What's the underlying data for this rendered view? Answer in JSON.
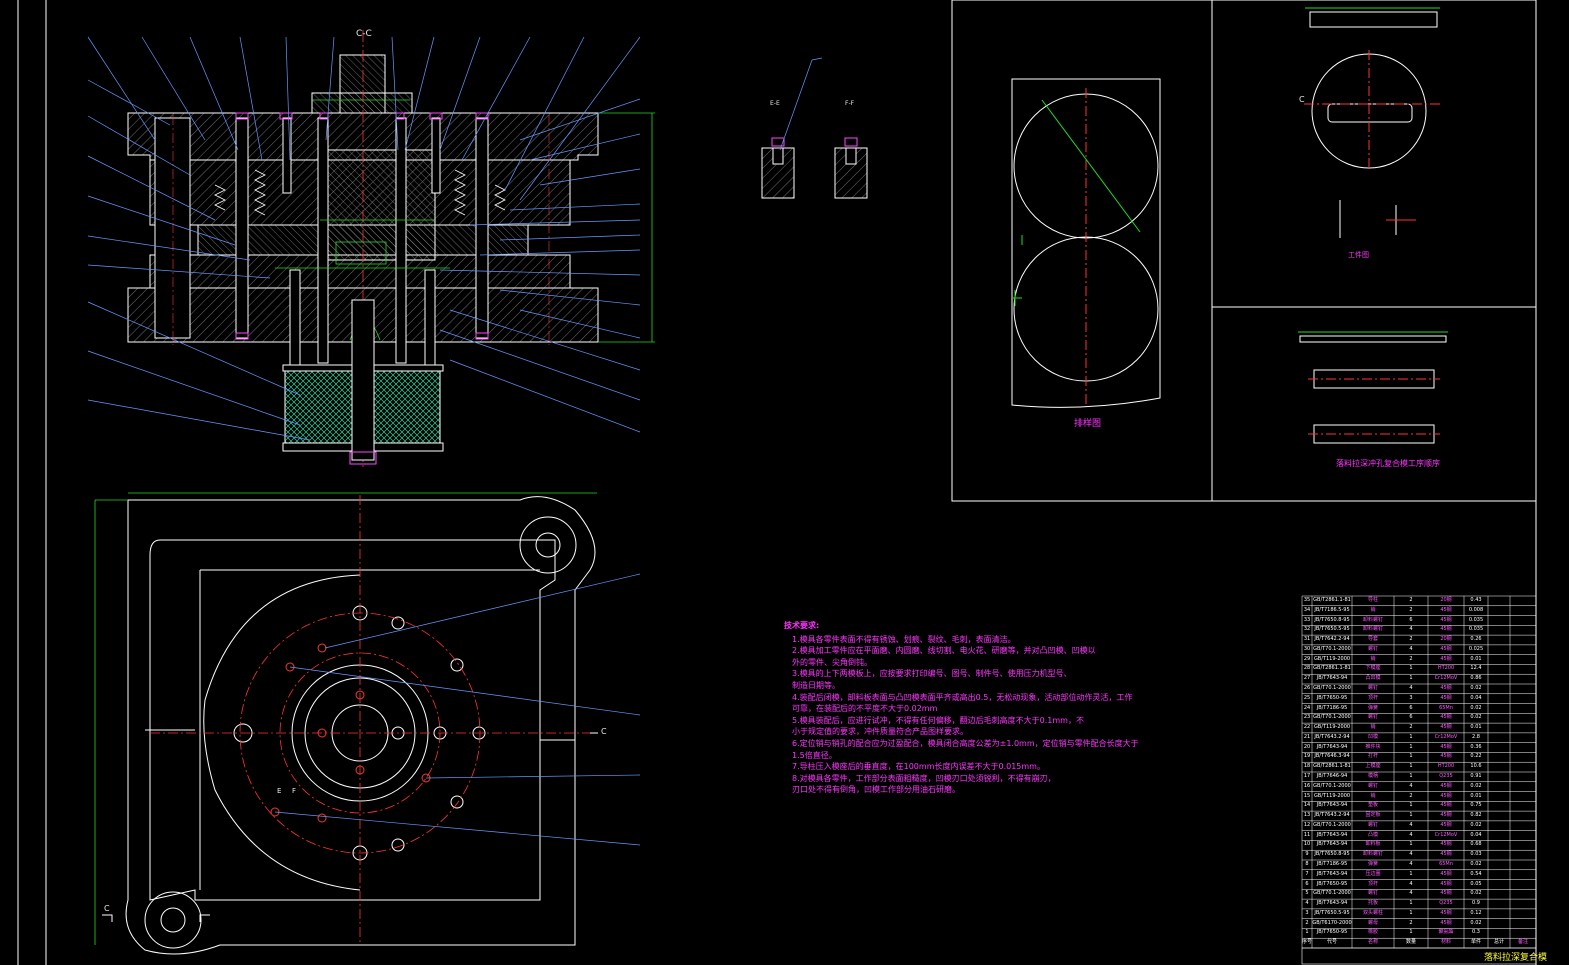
{
  "section_label": "C-C",
  "cut_marks": {
    "c_left": "C",
    "c_right": "C",
    "c_bottom": "C",
    "e_small": "E",
    "f_small": "F"
  },
  "detail_labels": {
    "e_view": "E-E",
    "f_view": "F-F"
  },
  "blank_caption": "排样图",
  "part_caption": "工件图",
  "process_caption": "落料拉深冲孔复合模工序顺序",
  "tech_notes": {
    "heading": "技术要求:",
    "lines": [
      "1.模具各零件表面不得有锈蚀、划痕、裂纹、毛刺，表面清洁。",
      "2.模具加工零件应在平面磨、内圆磨、线切割、电火花、研磨等，并对凸凹模、凹模以",
      "  外的零件、尖角倒钝。",
      "3.模具的上下两模板上，应按要求打印编号、图号、制件号、使用压力机型号、",
      "  制造日期等。",
      "4.装配后闭模，卸料板表面与凸凹模表面平齐或高出0.5，无松动现象，活动部位动作灵活，工作",
      "  可靠，在装配后的不平度不大于0.02mm",
      "5.模具装配后，应进行试冲，不得有任何偏移，翻边后毛刺高度不大于0.1mm，不",
      "  小于规定值的要求，冲件质量符合产品图样要求。",
      "6.定位销与销孔的配合应为过盈配合，模具闭合高度公差为±1.0mm，定位销与零件配合长度大于",
      "  1.5倍直径。",
      "7.导柱压入模座后的垂直度，在100mm长度内误差不大于0.015mm。",
      "8.对模具各零件，工作部分表面粗糙度，凹模刃口处须锐利，不得有崩刃，",
      "  刃口处不得有倒角，凹模工作部分用油石研磨。"
    ]
  },
  "bom": {
    "colors": {
      "grid": "#ffffff",
      "code": "#ffffff",
      "name": "#ff55ff",
      "qty": "#ffffff",
      "material": "#ff55ff",
      "mass": "#ffffff",
      "remark": "#ff55ff"
    },
    "rows": [
      [
        "35",
        "GB/T2861.1-81",
        "导柱",
        "2",
        "20钢",
        "0.43",
        "",
        ""
      ],
      [
        "34",
        "JB/T7186.5-95",
        "销",
        "2",
        "45钢",
        "0.008",
        "",
        ""
      ],
      [
        "33",
        "JB/T7650.8-95",
        "卸料螺钉",
        "6",
        "45钢",
        "0.035",
        "",
        ""
      ],
      [
        "32",
        "JB/T7650.5-95",
        "卸料螺钉",
        "4",
        "45钢",
        "0.035",
        "",
        ""
      ],
      [
        "31",
        "JB/T7642.2-94",
        "导套",
        "2",
        "20钢",
        "0.26",
        "",
        ""
      ],
      [
        "30",
        "GB/T70.1-2000",
        "螺钉",
        "4",
        "45钢",
        "0.025",
        "",
        ""
      ],
      [
        "29",
        "GB/T119-2000",
        "销",
        "2",
        "45钢",
        "0.01",
        "",
        ""
      ],
      [
        "28",
        "GB/T2861.1-81",
        "下模座",
        "1",
        "HT200",
        "12.4",
        "",
        ""
      ],
      [
        "27",
        "JB/T7643-94",
        "凸凹模",
        "1",
        "Cr12MoV",
        "0.86",
        "",
        ""
      ],
      [
        "26",
        "GB/T70.1-2000",
        "螺钉",
        "4",
        "45钢",
        "0.02",
        "",
        ""
      ],
      [
        "25",
        "JB/T7650-95",
        "顶杆",
        "3",
        "45钢",
        "0.04",
        "",
        ""
      ],
      [
        "24",
        "JB/T7186-95",
        "弹簧",
        "6",
        "65Mn",
        "0.02",
        "",
        ""
      ],
      [
        "23",
        "GB/T70.1-2000",
        "螺钉",
        "6",
        "45钢",
        "0.02",
        "",
        ""
      ],
      [
        "22",
        "GB/T119-2000",
        "销",
        "2",
        "45钢",
        "0.01",
        "",
        ""
      ],
      [
        "21",
        "JB/T7643.2-94",
        "凹模",
        "1",
        "Cr12MoV",
        "2.8",
        "",
        ""
      ],
      [
        "20",
        "JB/T7643-94",
        "推件块",
        "1",
        "45钢",
        "0.36",
        "",
        ""
      ],
      [
        "19",
        "JB/T7646.3-94",
        "打杆",
        "1",
        "45钢",
        "0.22",
        "",
        ""
      ],
      [
        "18",
        "GB/T2861.1-81",
        "上模座",
        "1",
        "HT200",
        "10.6",
        "",
        ""
      ],
      [
        "17",
        "JB/T7646-94",
        "模柄",
        "1",
        "Q235",
        "0.91",
        "",
        ""
      ],
      [
        "16",
        "GB/T70.1-2000",
        "螺钉",
        "4",
        "45钢",
        "0.02",
        "",
        ""
      ],
      [
        "15",
        "GB/T119-2000",
        "销",
        "2",
        "45钢",
        "0.01",
        "",
        ""
      ],
      [
        "14",
        "JB/T7643-94",
        "垫板",
        "1",
        "45钢",
        "0.75",
        "",
        ""
      ],
      [
        "13",
        "JB/T7643.2-94",
        "固定板",
        "1",
        "45钢",
        "0.82",
        "",
        ""
      ],
      [
        "12",
        "GB/T70.1-2000",
        "螺钉",
        "4",
        "45钢",
        "0.02",
        "",
        ""
      ],
      [
        "11",
        "JB/T7643-94",
        "凸模",
        "4",
        "Cr12MoV",
        "0.04",
        "",
        ""
      ],
      [
        "10",
        "JB/T7643-94",
        "卸料板",
        "1",
        "45钢",
        "0.68",
        "",
        ""
      ],
      [
        "9",
        "JB/T7650.8-95",
        "卸料螺钉",
        "4",
        "45钢",
        "0.03",
        "",
        ""
      ],
      [
        "8",
        "JB/T7186-95",
        "弹簧",
        "4",
        "65Mn",
        "0.02",
        "",
        ""
      ],
      [
        "7",
        "JB/T7643-94",
        "压边圈",
        "1",
        "45钢",
        "0.54",
        "",
        ""
      ],
      [
        "6",
        "JB/T7650-95",
        "顶杆",
        "4",
        "45钢",
        "0.05",
        "",
        ""
      ],
      [
        "5",
        "GB/T70.1-2000",
        "螺钉",
        "4",
        "45钢",
        "0.02",
        "",
        ""
      ],
      [
        "4",
        "JB/T7643-94",
        "托板",
        "1",
        "Q235",
        "0.9",
        "",
        ""
      ],
      [
        "3",
        "JB/T7650.5-95",
        "双头螺柱",
        "1",
        "45钢",
        "0.12",
        "",
        ""
      ],
      [
        "2",
        "GB/T6170-2000",
        "螺母",
        "2",
        "45钢",
        "0.02",
        "",
        ""
      ],
      [
        "1",
        "JB/T7650-95",
        "橡胶",
        "1",
        "聚氨酯",
        "0.3",
        "",
        ""
      ],
      [
        "序号",
        "代号",
        "名称",
        "数量",
        "材料",
        "单件",
        "总计",
        "备注"
      ]
    ]
  },
  "title_block": "落料拉深复合模"
}
